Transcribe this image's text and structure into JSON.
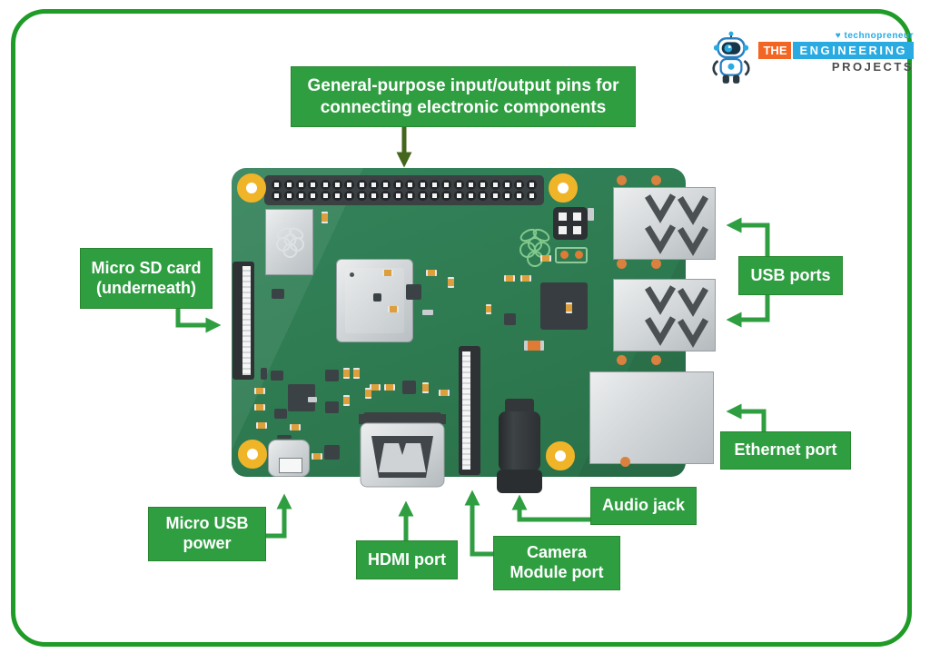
{
  "colors": {
    "frame-green": "#1f9c27",
    "label-green": "#2f9e41",
    "label-green-dark": "#27862f",
    "arrow-green": "#2f9e41",
    "arrow-dark": "#44661d",
    "pcb-green": "#2f7c52",
    "logo-orange": "#f26522",
    "logo-blue": "#29abe2",
    "logo-dark": "#4d4d4f",
    "pad-orange": "#d9813f",
    "hole-gold": "#f0b429"
  },
  "branding": {
    "heart": "♥",
    "tagline": "technopreneur",
    "the": "THE",
    "engineering": "ENGINEERING",
    "projects": "PROJECTS"
  },
  "labels": {
    "gpio": "General-purpose input/output pins for connecting electronic components",
    "sd": "Micro SD card (underneath)",
    "usb": "USB ports",
    "ethernet": "Ethernet port",
    "audio": "Audio jack",
    "camera": "Camera Module port",
    "hdmi": "HDMI port",
    "power": "Micro USB power"
  },
  "board": {
    "gpio_rows": 2,
    "gpio_cols": 22
  }
}
